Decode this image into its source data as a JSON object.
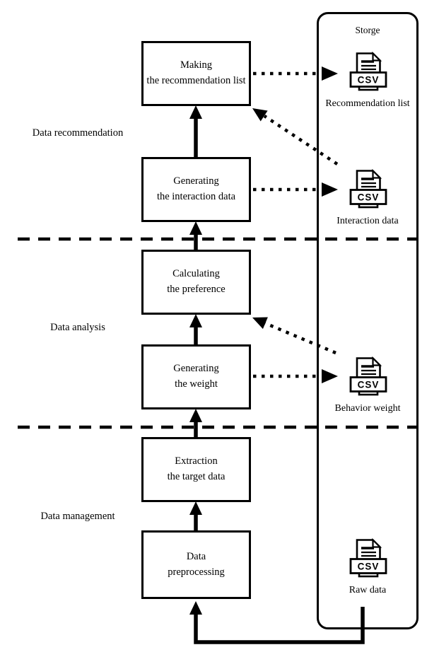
{
  "diagram": {
    "colors": {
      "ink": "#000000",
      "paper": "#ffffff"
    },
    "stages": {
      "recommendation": "Data recommendation",
      "analysis": "Data analysis",
      "management": "Data management"
    },
    "boxes": [
      {
        "line1": "Making",
        "line2": "the recommendation list"
      },
      {
        "line1": "Generating",
        "line2": "the interaction data"
      },
      {
        "line1": "Calculating",
        "line2": "the preference"
      },
      {
        "line1": "Generating",
        "line2": "the weight"
      },
      {
        "line1": "Extraction",
        "line2": "the target data"
      },
      {
        "line1": "Data",
        "line2": "preprocessing"
      }
    ],
    "storage": {
      "title": "Storge",
      "files": [
        {
          "badge": "CSV",
          "label": "Recommendation list"
        },
        {
          "badge": "CSV",
          "label": "Interaction data"
        },
        {
          "badge": "CSV",
          "label": "Behavior weight"
        },
        {
          "badge": "CSV",
          "label": "Raw data"
        }
      ]
    }
  }
}
